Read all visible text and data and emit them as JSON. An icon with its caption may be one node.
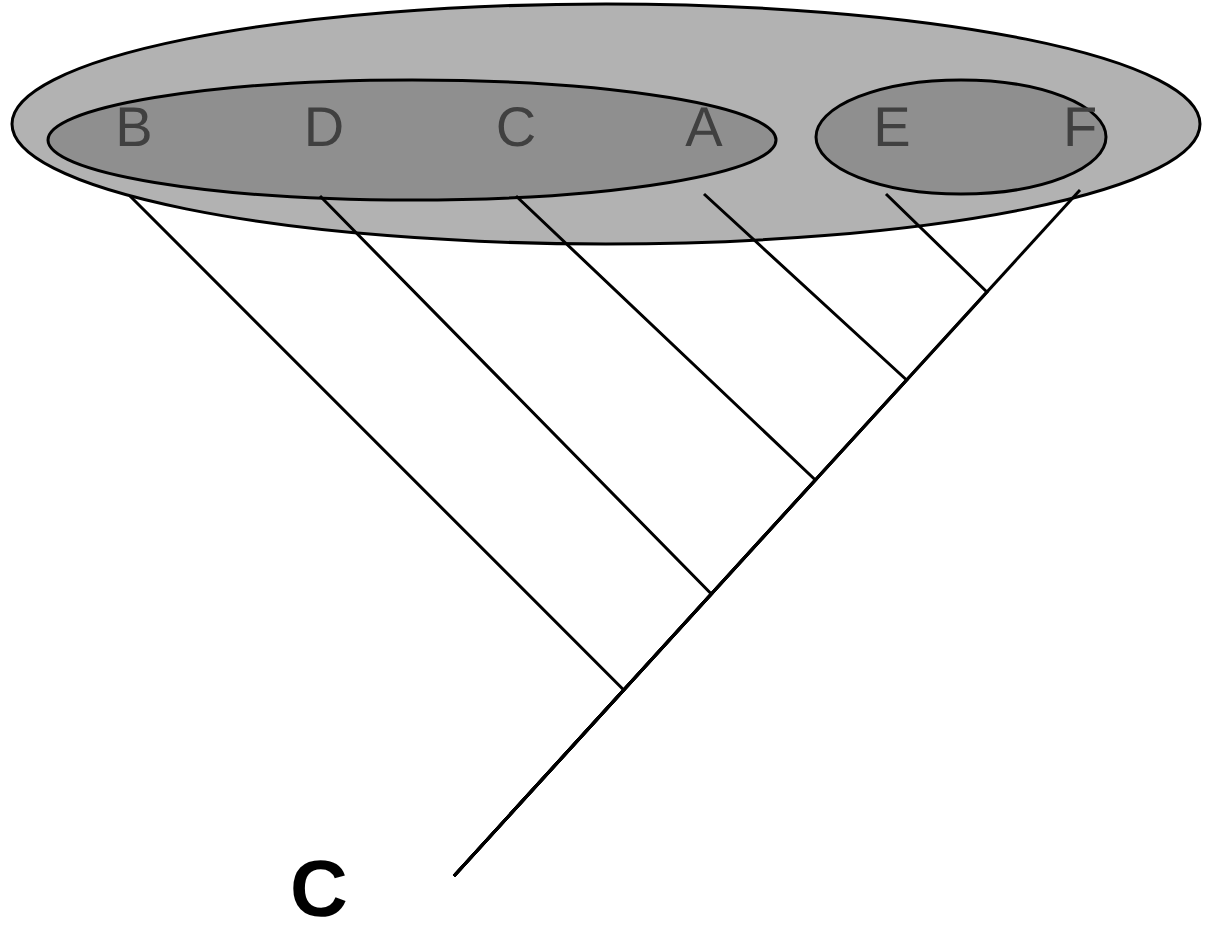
{
  "diagram": {
    "nodes": [
      {
        "text": [],
        "shape": "ellipse"
      },
      {
        "text": [],
        "shape": "ellipse",
        "in": 0
      },
      {
        "text": [],
        "shape": "ellipse",
        "in": 0
      },
      {
        "text": [
          "B"
        ],
        "in": 1
      },
      {
        "text": [
          "D"
        ],
        "in": 1
      },
      {
        "text": [
          "C"
        ],
        "in": 1
      },
      {
        "text": [
          "A"
        ],
        "in": 1
      },
      {
        "text": [
          "E"
        ],
        "in": 2
      },
      {
        "text": [
          "F"
        ],
        "in": 2
      },
      {
        "text": [
          "C"
        ]
      }
    ],
    "edges": [
      {
        "from": 9,
        "to": 3,
        "arrow": "none"
      },
      {
        "from": 9,
        "to": 4,
        "arrow": "none"
      },
      {
        "from": 9,
        "to": 5,
        "arrow": "none"
      },
      {
        "from": 9,
        "to": 6,
        "arrow": "none"
      },
      {
        "from": 9,
        "to": 7,
        "arrow": "none"
      },
      {
        "from": 9,
        "to": 8,
        "arrow": "none"
      }
    ]
  }
}
